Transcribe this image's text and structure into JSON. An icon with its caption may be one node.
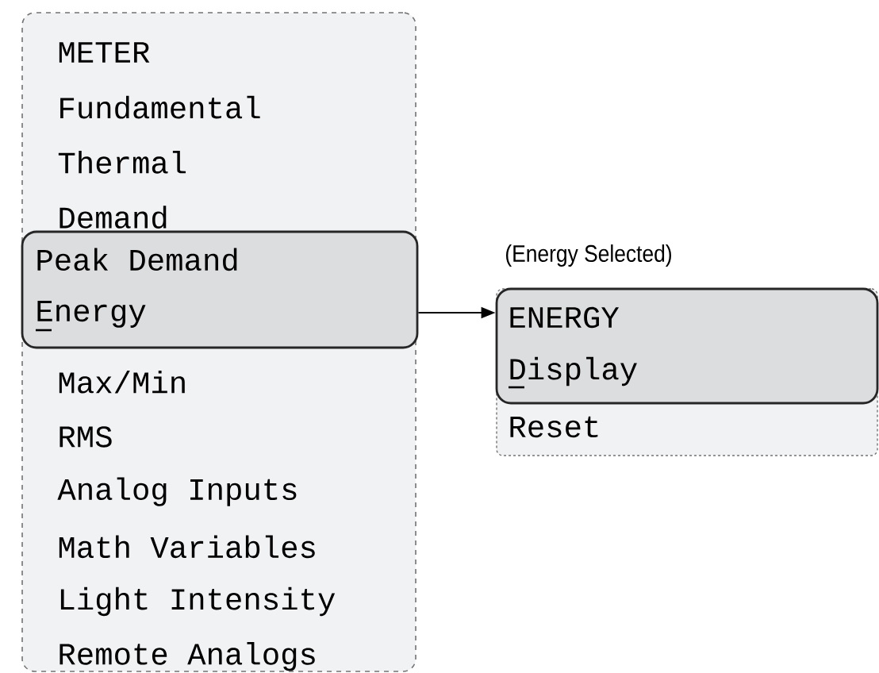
{
  "diagram": {
    "nodes": [
      {
        "text": [
          "METER",
          "Fundamental",
          "Thermal",
          "Demand",
          "Max/Min",
          "RMS",
          "Analog Inputs",
          "Math Variables",
          "Light Intensity",
          "Remote Analogs"
        ]
      },
      {
        "text": [
          "Peak Demand",
          "Energy"
        ],
        "in": 0
      },
      {
        "text": [
          "Reset"
        ],
        "beside": [
          "(Energy Selected)"
        ]
      },
      {
        "text": [
          "ENERGY",
          "Display"
        ],
        "in": 2
      }
    ],
    "edges": [
      {
        "from": 1,
        "to": 3,
        "arrow": "to"
      }
    ]
  }
}
